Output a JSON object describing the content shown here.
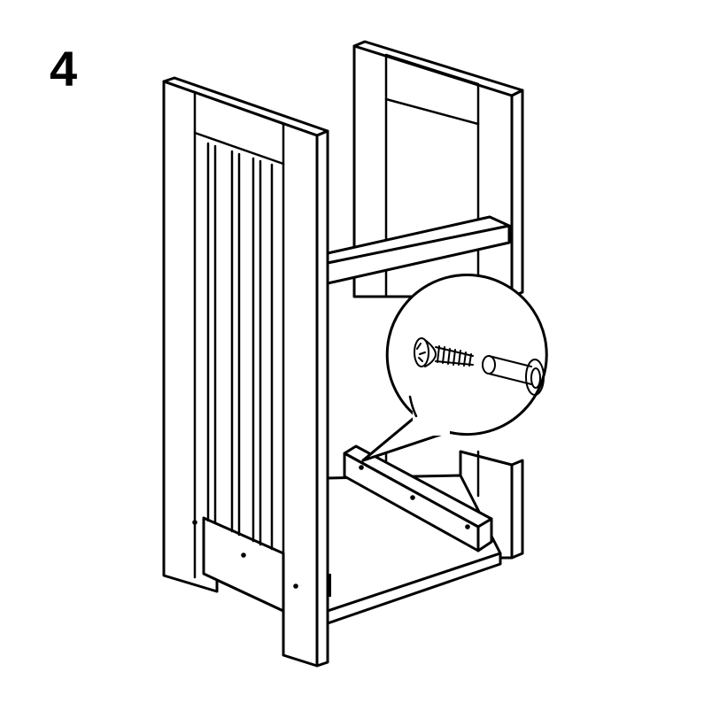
{
  "step": {
    "number": "4"
  },
  "illustration": {
    "subject": "cabinet-frame-assembly",
    "detail_callout": {
      "parts": [
        "screw",
        "cam-dowel"
      ]
    }
  },
  "colors": {
    "line": "#000000",
    "background": "#ffffff"
  }
}
